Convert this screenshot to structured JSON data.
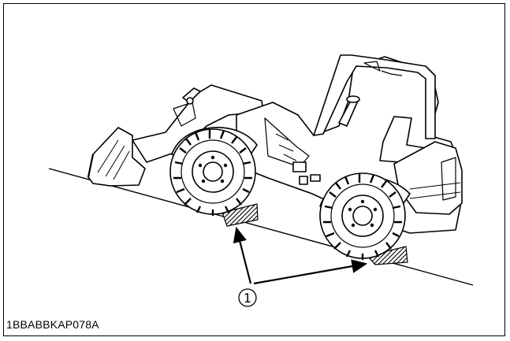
{
  "figure": {
    "callout": "1",
    "figure_code": "1BBABBKAP078A"
  },
  "colors": {
    "ink": "#000000",
    "paper": "#ffffff",
    "chock_hatch": "#000000"
  },
  "icons": {
    "machine": "wheel-loader-illustration",
    "chock": "wheel-chock-icon"
  }
}
